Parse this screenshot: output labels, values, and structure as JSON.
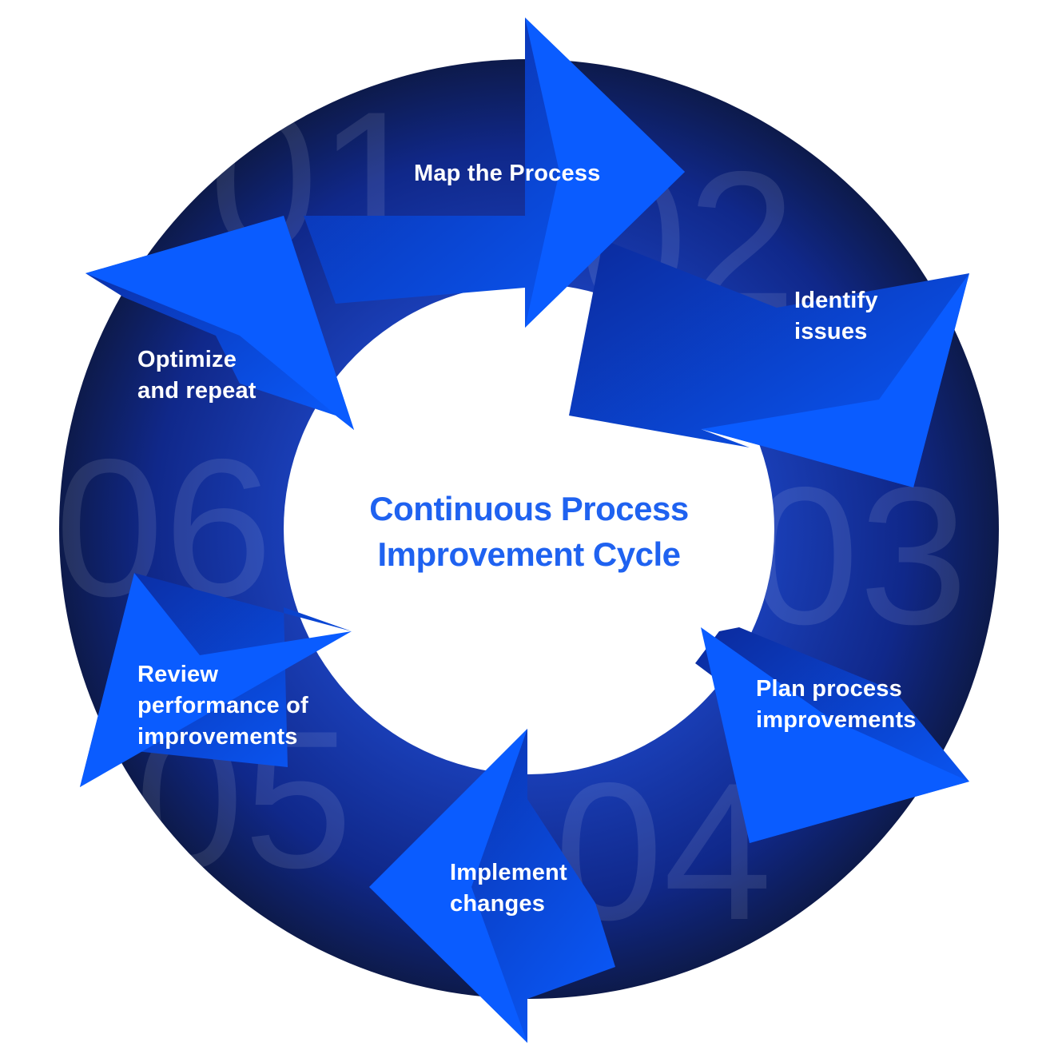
{
  "diagram": {
    "title_line1": "Continuous Process",
    "title_line2": "Improvement Cycle",
    "steps": [
      {
        "number": "01",
        "label_lines": [
          "Map the Process"
        ]
      },
      {
        "number": "02",
        "label_lines": [
          "Identify",
          "issues"
        ]
      },
      {
        "number": "03",
        "label_lines": [
          "Plan process",
          "improvements"
        ]
      },
      {
        "number": "04",
        "label_lines": [
          "Implement",
          "changes"
        ]
      },
      {
        "number": "05",
        "label_lines": [
          "Review",
          "performance of",
          "improvements"
        ]
      },
      {
        "number": "06",
        "label_lines": [
          "Optimize",
          "and repeat"
        ]
      }
    ],
    "colors": {
      "ring_dark": "#0d1a4a",
      "ring_mid": "#10288a",
      "arrow_bright": "#0a5cff",
      "arrow_deep": "#0b2a9c",
      "title_blue": "#1f62f0",
      "label_white": "#ffffff"
    }
  }
}
